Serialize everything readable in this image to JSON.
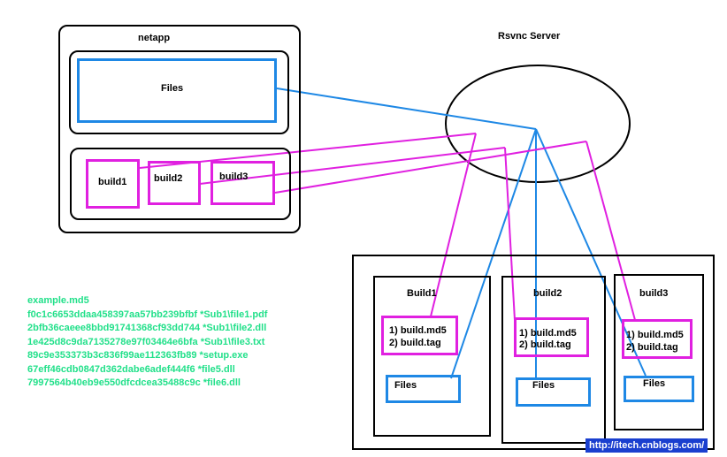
{
  "netapp": {
    "title": "netapp",
    "files_label": "Files",
    "builds": [
      "build1",
      "build2",
      "build3"
    ]
  },
  "rsync": {
    "title": "Rsvnc Server"
  },
  "targets": [
    {
      "title": "Build1",
      "lines": [
        "1) build.md5",
        "2) build.tag"
      ],
      "files_label": "Files"
    },
    {
      "title": "build2",
      "lines": [
        "1) build.md5",
        "2) build.tag"
      ],
      "files_label": "Files"
    },
    {
      "title": "build3",
      "lines": [
        "1) build.md5",
        "2) build.tag"
      ],
      "files_label": "Files"
    }
  ],
  "md5_example": {
    "title": "example.md5",
    "lines": [
      "f0c1c6653ddaa458397aa57bb239bfbf *Sub1\\file1.pdf",
      "2bfb36caeee8bbd91741368cf93dd744 *Sub1\\file2.dll",
      "1e425d8c9da7135278e97f03464e6bfa *Sub1\\file3.txt",
      "89c9e353373b3c836f99ae112363fb89 *setup.exe",
      "67eff46cdb0847d362dabe6adef444f6 *file5.dll",
      "7997564b40eb9e550dfcdcea35488c9c *file6.dll"
    ]
  },
  "watermark": "http://itech.cnblogs.com/",
  "colors": {
    "blue": "#1e88e5",
    "magenta": "#e020e0",
    "green_text": "#22e08a",
    "badge_bg": "#1a3fcf"
  }
}
